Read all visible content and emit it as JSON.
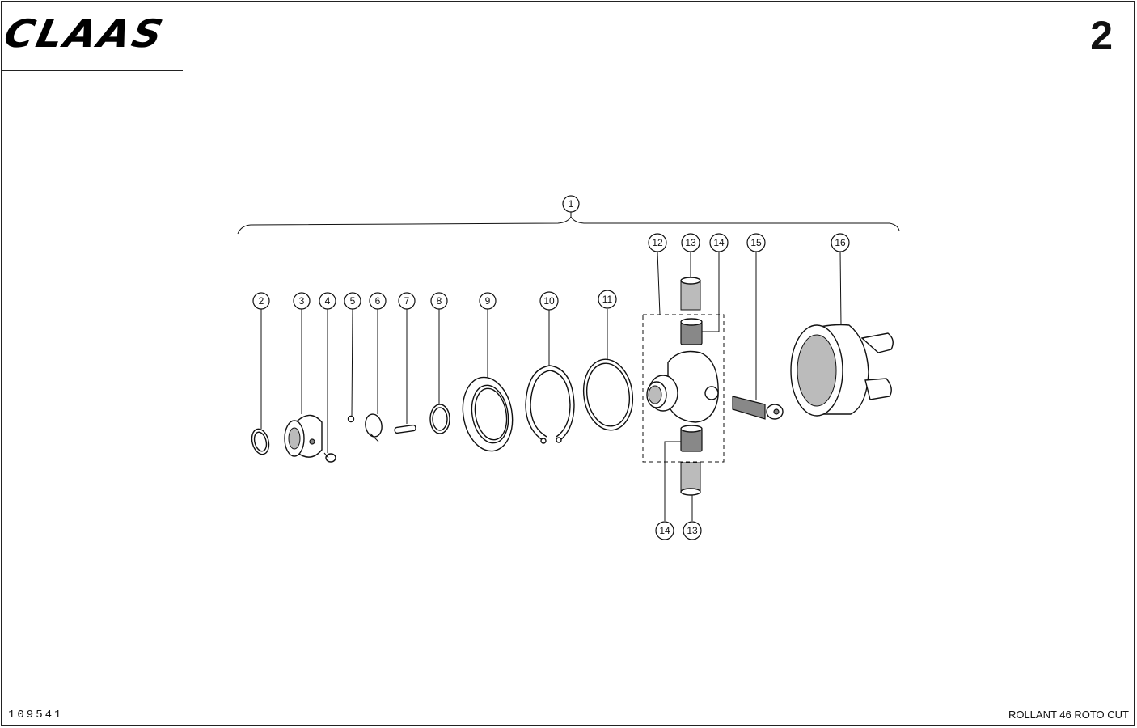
{
  "header": {
    "brand": "CLAAS",
    "page_number": "2"
  },
  "footer": {
    "drawing_id": "109541",
    "model": "ROLLANT 46 ROTO CUT"
  },
  "callouts": [
    "1",
    "2",
    "3",
    "4",
    "5",
    "6",
    "7",
    "8",
    "9",
    "10",
    "11",
    "12",
    "13",
    "14",
    "15",
    "16",
    "14",
    "13"
  ]
}
